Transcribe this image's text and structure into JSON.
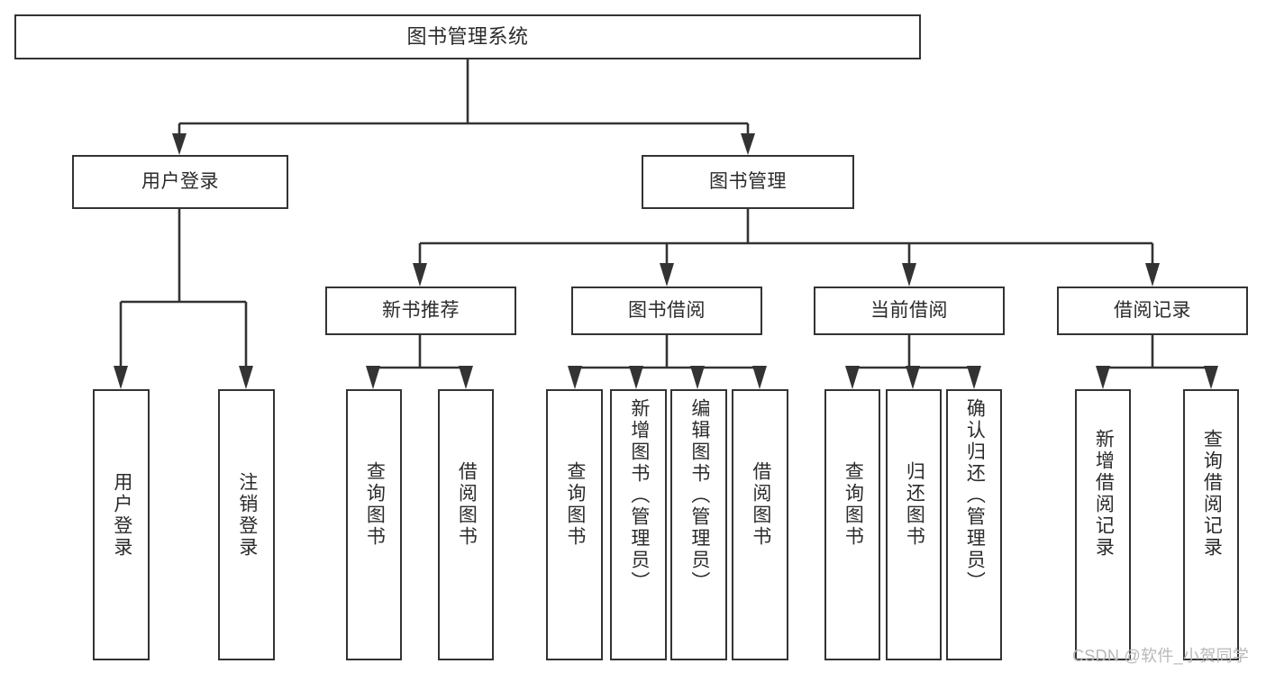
{
  "diagram": {
    "type": "tree-hierarchy",
    "title": "图书管理系统",
    "watermark": "CSDN @软件_小贺同学",
    "colors": {
      "stroke": "#333333",
      "box_fill": "#ffffff",
      "text": "#2b2b2b",
      "watermark": "#b8b8b8",
      "background": "#ffffff"
    },
    "levels": {
      "root": "图书管理系统",
      "level2": [
        "用户登录",
        "图书管理"
      ],
      "level3": [
        "新书推荐",
        "图书借阅",
        "当前借阅",
        "借阅记录"
      ]
    },
    "nodes": {
      "root": {
        "label": "图书管理系统"
      },
      "user_login": {
        "label": "用户登录"
      },
      "book_manage": {
        "label": "图书管理"
      },
      "new_book_rec": {
        "label": "新书推荐"
      },
      "book_borrow": {
        "label": "图书借阅"
      },
      "current_borrow": {
        "label": "当前借阅"
      },
      "borrow_record": {
        "label": "借阅记录"
      },
      "leaf_user_login": {
        "label": "用户登录"
      },
      "leaf_logout": {
        "label": "注销登录"
      },
      "leaf_query_book_1": {
        "label": "查询图书"
      },
      "leaf_borrow_book_1": {
        "label": "借阅图书"
      },
      "leaf_query_book_2": {
        "label": "查询图书"
      },
      "leaf_add_book_admin": {
        "label": "新增图书（管理员）"
      },
      "leaf_edit_book_admin": {
        "label": "编辑图书（管理员）"
      },
      "leaf_borrow_book_2": {
        "label": "借阅图书"
      },
      "leaf_query_book_3": {
        "label": "查询图书"
      },
      "leaf_return_book": {
        "label": "归还图书"
      },
      "leaf_confirm_return_admin": {
        "label": "确认归还（管理员）"
      },
      "leaf_add_record": {
        "label": "新增借阅记录"
      },
      "leaf_query_record": {
        "label": "查询借阅记录"
      }
    },
    "edges": [
      {
        "from": "root",
        "to": "user_login"
      },
      {
        "from": "root",
        "to": "book_manage"
      },
      {
        "from": "user_login",
        "to": "leaf_user_login"
      },
      {
        "from": "user_login",
        "to": "leaf_logout"
      },
      {
        "from": "book_manage",
        "to": "new_book_rec"
      },
      {
        "from": "book_manage",
        "to": "book_borrow"
      },
      {
        "from": "book_manage",
        "to": "current_borrow"
      },
      {
        "from": "book_manage",
        "to": "borrow_record"
      },
      {
        "from": "new_book_rec",
        "to": "leaf_query_book_1"
      },
      {
        "from": "new_book_rec",
        "to": "leaf_borrow_book_1"
      },
      {
        "from": "book_borrow",
        "to": "leaf_query_book_2"
      },
      {
        "from": "book_borrow",
        "to": "leaf_add_book_admin"
      },
      {
        "from": "book_borrow",
        "to": "leaf_edit_book_admin"
      },
      {
        "from": "book_borrow",
        "to": "leaf_borrow_book_2"
      },
      {
        "from": "current_borrow",
        "to": "leaf_query_book_3"
      },
      {
        "from": "current_borrow",
        "to": "leaf_return_book"
      },
      {
        "from": "current_borrow",
        "to": "leaf_confirm_return_admin"
      },
      {
        "from": "borrow_record",
        "to": "leaf_add_record"
      },
      {
        "from": "borrow_record",
        "to": "leaf_query_record"
      }
    ]
  }
}
